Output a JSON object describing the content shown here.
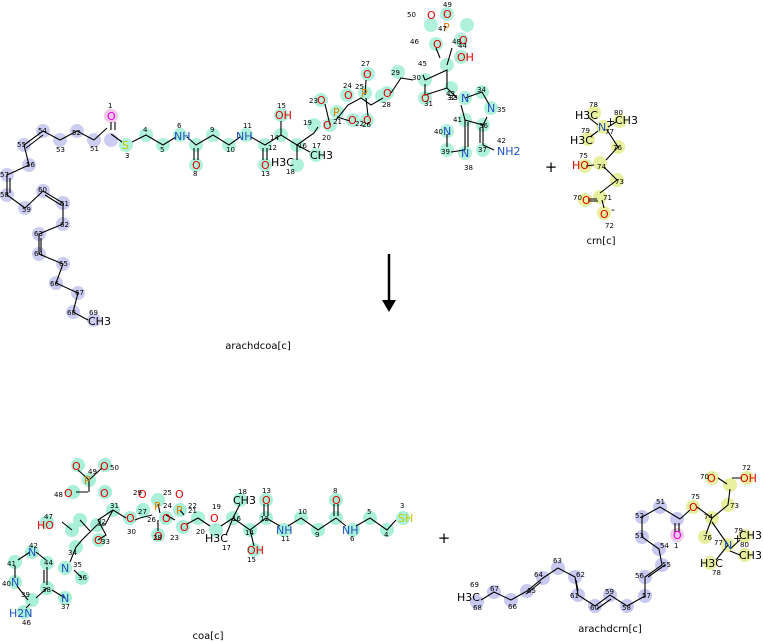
{
  "reaction": {
    "reactants": [
      "arachdcoa[c]",
      "crn[c]"
    ],
    "products": [
      "coa[c]",
      "arachdcrn[c]"
    ],
    "plus_symbol": "+",
    "highlight_colors": {
      "acyl_chain": "#c8c8f0",
      "coa_moiety": "#a8f0d8",
      "carnitine_moiety": "#e8f0a0",
      "shared_oxygen": "#f0c8e8"
    }
  },
  "atoms": {
    "S": "S",
    "SH": "SH",
    "O": "O",
    "OH": "OH",
    "HO": "HO",
    "N": "N",
    "NH": "NH",
    "NH2": "NH2",
    "H2N": "H2N",
    "P": "P",
    "CH3": "CH3",
    "H3C": "H3C",
    "Nplus": "N",
    "plus": "+",
    "minus": "-"
  },
  "atom_numbers": {
    "arachdcoa": [
      "1",
      "3",
      "4",
      "5",
      "6",
      "8",
      "9",
      "10",
      "11",
      "12",
      "13",
      "14",
      "15",
      "16",
      "17",
      "18",
      "19",
      "20",
      "21",
      "22",
      "23",
      "24",
      "25",
      "26",
      "27",
      "28",
      "29",
      "30",
      "31",
      "32",
      "33",
      "34",
      "35",
      "36",
      "37",
      "38",
      "39",
      "40",
      "41",
      "42",
      "43",
      "44",
      "45",
      "46",
      "47",
      "48",
      "49",
      "50",
      "51",
      "52",
      "53",
      "54",
      "55",
      "56",
      "57",
      "58",
      "59",
      "60",
      "61",
      "62",
      "63",
      "64",
      "65",
      "66",
      "67",
      "68",
      "69"
    ],
    "crn": [
      "70",
      "71",
      "72",
      "73",
      "74",
      "75",
      "76",
      "77",
      "78",
      "79",
      "80"
    ],
    "coa": [
      "3",
      "4",
      "5",
      "6",
      "8",
      "9",
      "10",
      "11",
      "12",
      "13",
      "14",
      "15",
      "16",
      "17",
      "18",
      "19",
      "20",
      "21",
      "22",
      "23",
      "24",
      "25",
      "26",
      "27",
      "28",
      "29",
      "30",
      "31",
      "32",
      "33",
      "34",
      "35",
      "36",
      "37",
      "38",
      "39",
      "40",
      "41",
      "42",
      "44",
      "46",
      "47",
      "48",
      "49",
      "50"
    ],
    "arachdcrn": [
      "1",
      "51",
      "52",
      "53",
      "54",
      "55",
      "56",
      "57",
      "58",
      "59",
      "60",
      "61",
      "62",
      "63",
      "64",
      "65",
      "66",
      "67",
      "68",
      "69",
      "70",
      "72",
      "73",
      "74",
      "75",
      "76",
      "77",
      "78",
      "79",
      "80"
    ]
  }
}
